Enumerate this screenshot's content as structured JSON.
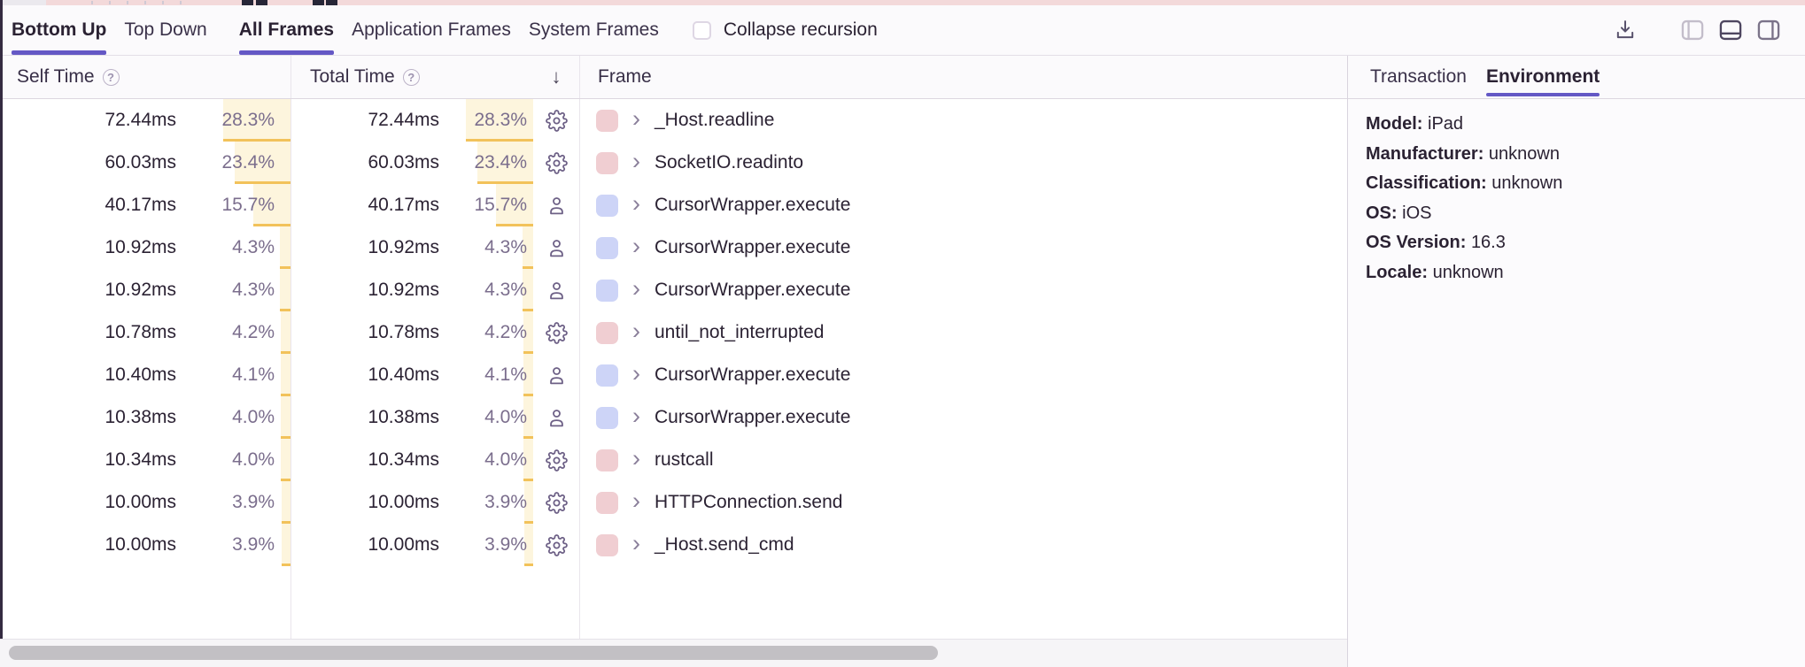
{
  "toolbar": {
    "view_tabs": [
      {
        "label": "Bottom Up",
        "active": true
      },
      {
        "label": "Top Down",
        "active": false
      }
    ],
    "frame_tabs": [
      {
        "label": "All Frames",
        "active": true
      },
      {
        "label": "Application Frames",
        "active": false
      },
      {
        "label": "System Frames",
        "active": false
      }
    ],
    "collapse_recursion_label": "Collapse recursion",
    "collapse_recursion_checked": false,
    "icons": [
      "download-icon",
      "layout-left-panel-icon",
      "layout-bottom-panel-icon",
      "layout-right-panel-icon"
    ]
  },
  "table": {
    "self_time_label": "Self Time",
    "total_time_label": "Total Time",
    "frame_label": "Frame",
    "sort_arrow": "↓",
    "rows": [
      {
        "self_time": "72.44ms",
        "self_pct": "28.3%",
        "total_time": "72.44ms",
        "total_pct": "28.3%",
        "pct": 28.3,
        "icon": "gear",
        "chip": "pink",
        "frame": "_Host.readline"
      },
      {
        "self_time": "60.03ms",
        "self_pct": "23.4%",
        "total_time": "60.03ms",
        "total_pct": "23.4%",
        "pct": 23.4,
        "icon": "gear",
        "chip": "pink",
        "frame": "SocketIO.readinto"
      },
      {
        "self_time": "40.17ms",
        "self_pct": "15.7%",
        "total_time": "40.17ms",
        "total_pct": "15.7%",
        "pct": 15.7,
        "icon": "person",
        "chip": "blue",
        "frame": "CursorWrapper.execute"
      },
      {
        "self_time": "10.92ms",
        "self_pct": "4.3%",
        "total_time": "10.92ms",
        "total_pct": "4.3%",
        "pct": 4.3,
        "icon": "person",
        "chip": "blue",
        "frame": "CursorWrapper.execute"
      },
      {
        "self_time": "10.92ms",
        "self_pct": "4.3%",
        "total_time": "10.92ms",
        "total_pct": "4.3%",
        "pct": 4.3,
        "icon": "person",
        "chip": "blue",
        "frame": "CursorWrapper.execute"
      },
      {
        "self_time": "10.78ms",
        "self_pct": "4.2%",
        "total_time": "10.78ms",
        "total_pct": "4.2%",
        "pct": 4.2,
        "icon": "gear",
        "chip": "pink",
        "frame": "until_not_interrupted"
      },
      {
        "self_time": "10.40ms",
        "self_pct": "4.1%",
        "total_time": "10.40ms",
        "total_pct": "4.1%",
        "pct": 4.1,
        "icon": "person",
        "chip": "blue",
        "frame": "CursorWrapper.execute"
      },
      {
        "self_time": "10.38ms",
        "self_pct": "4.0%",
        "total_time": "10.38ms",
        "total_pct": "4.0%",
        "pct": 4.0,
        "icon": "person",
        "chip": "blue",
        "frame": "CursorWrapper.execute"
      },
      {
        "self_time": "10.34ms",
        "self_pct": "4.0%",
        "total_time": "10.34ms",
        "total_pct": "4.0%",
        "pct": 4.0,
        "icon": "gear",
        "chip": "pink",
        "frame": "rustcall"
      },
      {
        "self_time": "10.00ms",
        "self_pct": "3.9%",
        "total_time": "10.00ms",
        "total_pct": "3.9%",
        "pct": 3.9,
        "icon": "gear",
        "chip": "pink",
        "frame": "HTTPConnection.send"
      },
      {
        "self_time": "10.00ms",
        "self_pct": "3.9%",
        "total_time": "10.00ms",
        "total_pct": "3.9%",
        "pct": 3.9,
        "icon": "gear",
        "chip": "pink",
        "frame": "_Host.send_cmd"
      }
    ],
    "help_glyph": "?"
  },
  "panel": {
    "tabs": [
      {
        "label": "Transaction",
        "active": false
      },
      {
        "label": "Environment",
        "active": true
      }
    ],
    "fields": [
      {
        "label": "Model:",
        "value": "iPad"
      },
      {
        "label": "Manufacturer:",
        "value": "unknown"
      },
      {
        "label": "Classification:",
        "value": "unknown"
      },
      {
        "label": "OS:",
        "value": "iOS"
      },
      {
        "label": "OS Version:",
        "value": "16.3"
      },
      {
        "label": "Locale:",
        "value": "unknown"
      }
    ]
  },
  "colors": {
    "accent_purple": "#6458c5",
    "bar_fill": "#fdf5dd",
    "bar_edge": "#f2c25a",
    "chip_pink": "#f0ced2",
    "chip_blue": "#cdd4f7",
    "icon_gray_purple": "#6d6086"
  }
}
